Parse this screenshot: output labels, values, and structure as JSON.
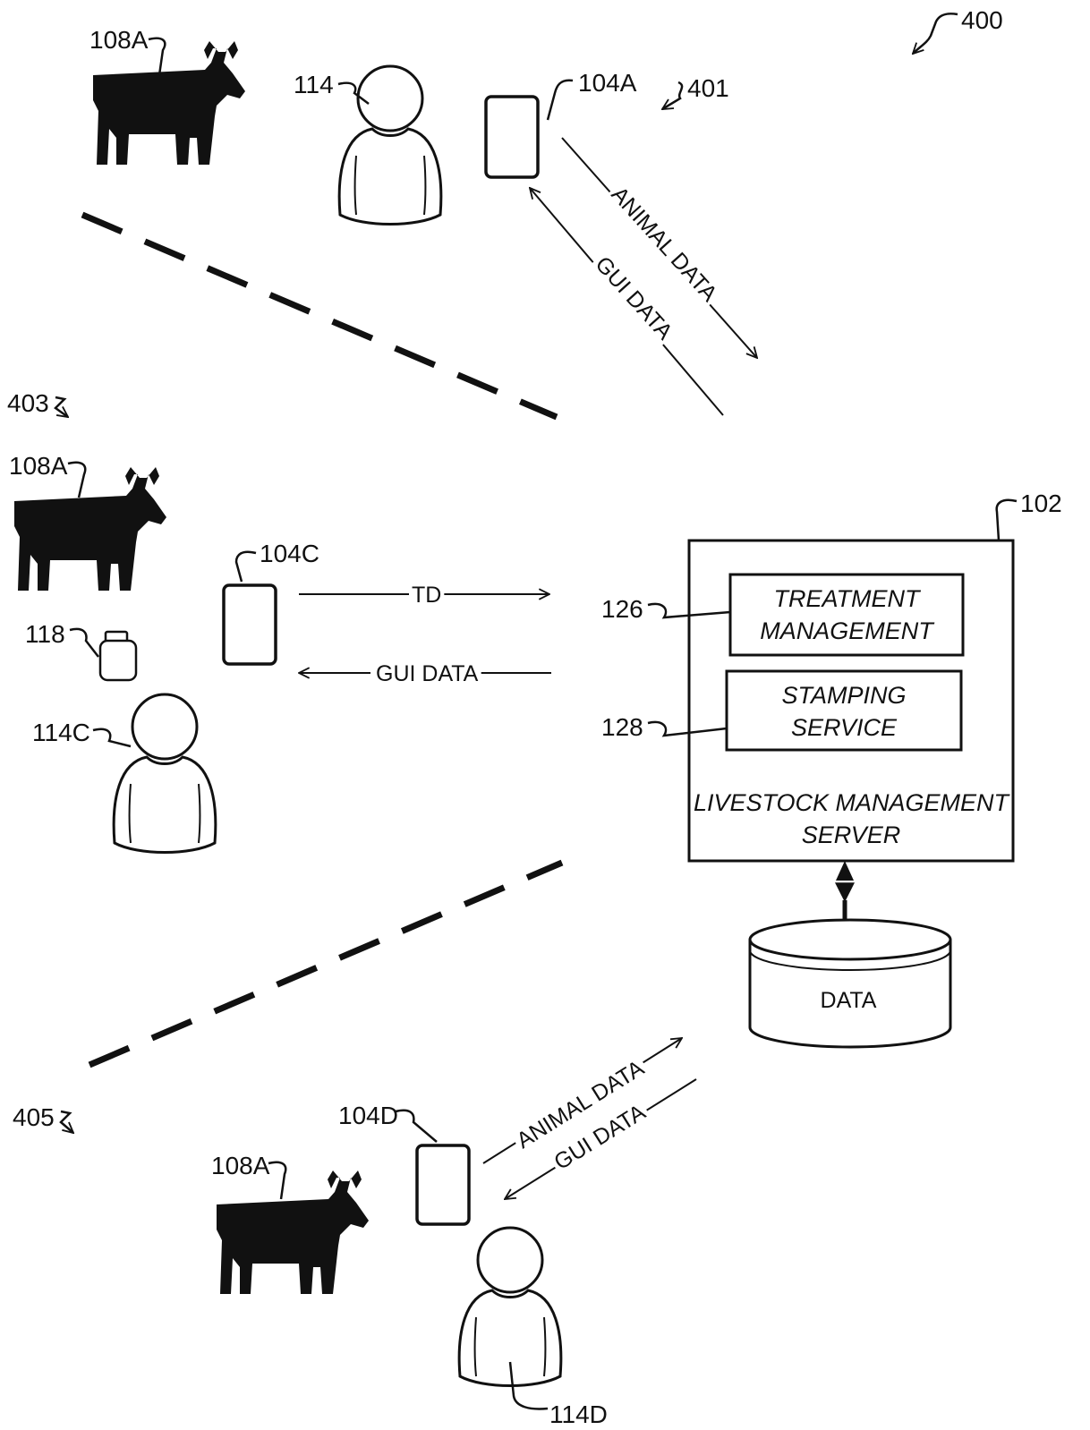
{
  "figure": {
    "number": "400",
    "scene_refs": {
      "top": "401",
      "middle": "403",
      "bottom": "405"
    }
  },
  "top_scene": {
    "animal": "108A",
    "user": "114",
    "device": "104A",
    "arrow_out": "ANIMAL DATA",
    "arrow_in": "GUI DATA"
  },
  "middle_scene": {
    "animal": "108A",
    "device": "104C",
    "product": "118",
    "user": "114C",
    "arrow_out": "TD",
    "arrow_in": "GUI DATA"
  },
  "bottom_scene": {
    "animal": "108A",
    "device": "104D",
    "user": "114D",
    "arrow_out": "ANIMAL DATA",
    "arrow_in": "GUI DATA"
  },
  "server": {
    "ref": "102",
    "title_line1": "LIVESTOCK MANAGEMENT",
    "title_line2": "SERVER",
    "modules": [
      {
        "ref": "126",
        "line1": "TREATMENT",
        "line2": "MANAGEMENT"
      },
      {
        "ref": "128",
        "line1": "STAMPING",
        "line2": "SERVICE"
      }
    ]
  },
  "database": {
    "label": "DATA"
  }
}
